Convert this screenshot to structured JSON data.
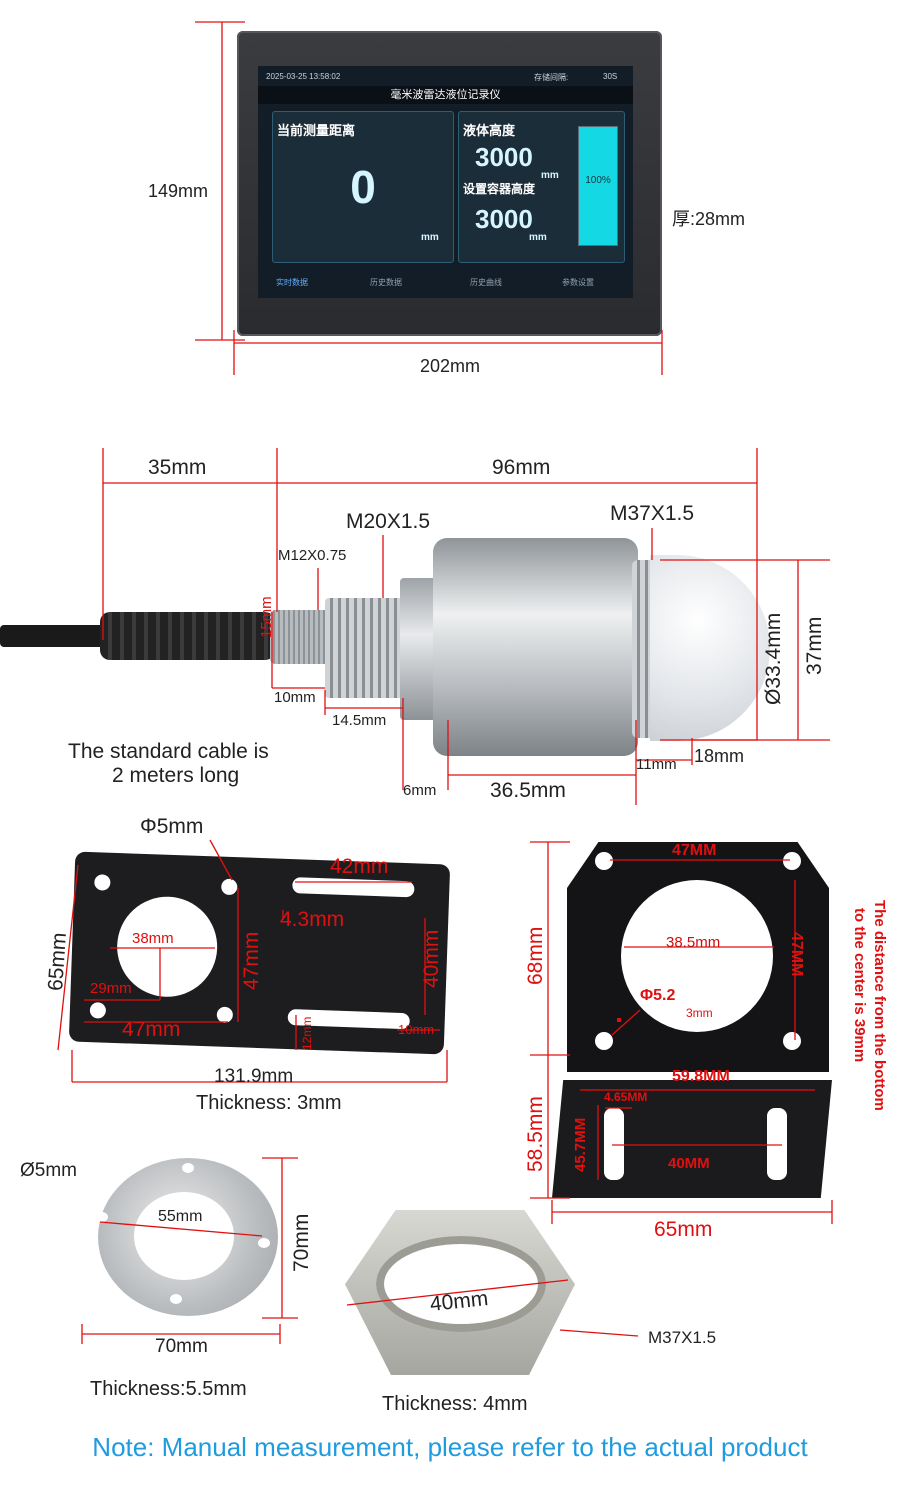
{
  "monitor": {
    "height_dim": "149mm",
    "width_dim": "202mm",
    "thickness": "厚:28mm",
    "screen": {
      "datetime": "2025-03-25 13:58:02",
      "storage_label": "存储间隔:",
      "storage_value": "30S",
      "title": "毫米波雷达液位记录仪",
      "distance_label": "当前测量距离",
      "distance_value": "0",
      "distance_unit": "mm",
      "liquid_label": "液体高度",
      "liquid_value": "3000",
      "liquid_unit": "mm",
      "container_label": "设置容器高度",
      "container_value": "3000",
      "container_unit": "mm",
      "level_percent_text": "100%",
      "level_fraction": 1.0,
      "bar_color": "#14d9e4",
      "nav": [
        "实时数据",
        "历史数据",
        "历史曲线",
        "参数设置"
      ]
    }
  },
  "sensor": {
    "dim_35": "35mm",
    "dim_96": "96mm",
    "m20": "M20X1.5",
    "m37": "M37X1.5",
    "m12": "M12X0.75",
    "dim_15": "15mm",
    "dim_10": "10mm",
    "dim_14_5": "14.5mm",
    "dim_33_4": "Ø33.4mm",
    "dim_37": "37mm",
    "dim_18": "18mm",
    "dim_11": "11mm",
    "dim_6": "6mm",
    "dim_36_5": "36.5mm",
    "cable_line1": "The standard cable is",
    "cable_line2": "2 meters long"
  },
  "plate": {
    "phi5": "Φ5mm",
    "dim_42": "42mm",
    "dim_4_3": "4.3mm",
    "dim_65": "65mm",
    "dim_38": "38mm",
    "dim_47v": "47mm",
    "dim_40": "40mm",
    "dim_29": "29mm",
    "dim_47h": "47mm",
    "dim_12": "12mm",
    "dim_10": "10mm",
    "dim_131_9": "131.9mm",
    "thickness": "Thickness: 3mm"
  },
  "bracket": {
    "dim_47top": "47MM",
    "dim_68": "68mm",
    "dim_38_5": "38.5mm",
    "dim_47side": "47MM",
    "phi5_2": "Φ5.2",
    "dim_3": "3mm",
    "dim_59_8": "59.8MM",
    "dim_4_65": "4.65MM",
    "dim_58_5": "58.5mm",
    "dim_45_7": "45.7MM",
    "dim_40": "40MM",
    "dim_65": "65mm",
    "note_line1": "The distance from the bottom",
    "note_line2": "to the center is 39mm"
  },
  "flange": {
    "phi5": "Ø5mm",
    "dim_55": "55mm",
    "dim_70v": "70mm",
    "dim_70h": "70mm",
    "thickness": "Thickness:5.5mm"
  },
  "nut": {
    "dim_40": "40mm",
    "thread": "M37X1.5",
    "thickness": "Thickness: 4mm"
  },
  "note": "Note: Manual measurement, please refer to the actual product"
}
